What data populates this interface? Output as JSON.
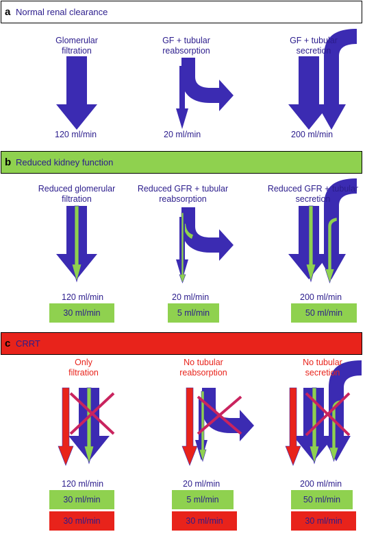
{
  "colors": {
    "blue": "#3b2bb2",
    "text_blue": "#2b1c8c",
    "green": "#8fd14f",
    "red": "#e8231b",
    "magenta": "#c9245e",
    "panel_a_bg": "#ffffff",
    "panel_b_bg": "#8fd14f",
    "panel_c_bg": "#e8231b"
  },
  "panels": {
    "a": {
      "letter": "a",
      "title": "Normal renal clearance",
      "labels": {
        "col1": "Glomerular\nfiltration",
        "col2": "GF + tubular\nreabsorption",
        "col3": "GF + tubular\nsecretion"
      },
      "rates": {
        "col1": "120 ml/min",
        "col2": "20 ml/min",
        "col3": "200 ml/min"
      }
    },
    "b": {
      "letter": "b",
      "title": "Reduced kidney function",
      "labels": {
        "col1": "Reduced glomerular\nfiltration",
        "col2": "Reduced GFR + tubular\nreabsorption",
        "col3": "Reduced GFR + tubular\nsecretion"
      },
      "rates": {
        "col1": "120 ml/min",
        "col2": "20 ml/min",
        "col3": "200 ml/min"
      },
      "green_boxes": {
        "col1": "30 ml/min",
        "col2": "5 ml/min",
        "col3": "50 ml/min"
      }
    },
    "c": {
      "letter": "c",
      "title": "CRRT",
      "labels": {
        "col1": "Only\nfiltration",
        "col2": "No tubular\nreabsorption",
        "col3": "No tubular\nsecretion"
      },
      "rates": {
        "col1": "120 ml/min",
        "col2": "20 ml/min",
        "col3": "200 ml/min"
      },
      "green_boxes": {
        "col1": "30 ml/min",
        "col2": "5 ml/min",
        "col3": "50 ml/min"
      },
      "red_boxes": {
        "col1": "30 ml/min",
        "col2": "30 ml/min",
        "col3": "30 ml/min"
      }
    }
  }
}
